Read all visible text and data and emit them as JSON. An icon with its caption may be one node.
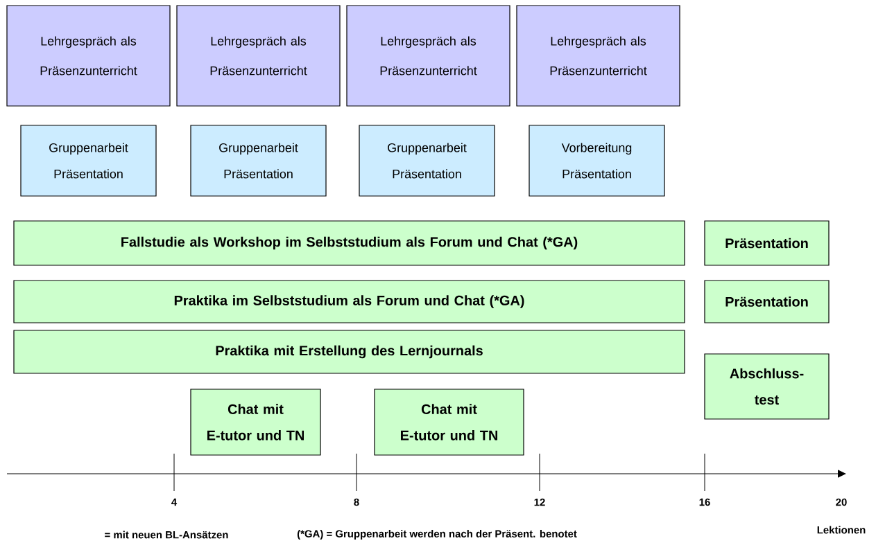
{
  "diagram": {
    "nodes": [
      {
        "text": [
          "Lehrgespräch als Präsenzunterricht"
        ]
      },
      {
        "text": [
          "Lehrgespräch als Präsenzunterricht"
        ]
      },
      {
        "text": [
          "Lehrgespräch als Präsenzunterricht"
        ]
      },
      {
        "text": [
          "Lehrgespräch als Präsenzunterricht"
        ]
      },
      {
        "text": [
          "Gruppenarbeit Präsentation"
        ]
      },
      {
        "text": [
          "Gruppenarbeit Präsentation"
        ]
      },
      {
        "text": [
          "Gruppenarbeit Präsentation"
        ]
      },
      {
        "text": [
          "Vorbereitung Präsentation"
        ]
      },
      {
        "text": [
          "Fallstudie als Workshop im Selbststudium als Forum und Chat (*GA)"
        ]
      },
      {
        "text": [
          "Präsentation"
        ]
      },
      {
        "text": [
          "Praktika im Selbststudium als Forum und Chat (*GA)"
        ]
      },
      {
        "text": [
          "Präsentation"
        ]
      },
      {
        "text": [
          "Praktika mit Erstellung des Lernjournals"
        ]
      },
      {
        "text": [
          "Abschluss-test"
        ]
      },
      {
        "text": [
          "Chat mit E-tutor und TN"
        ]
      },
      {
        "text": [
          "Chat mit E-tutor und TN"
        ]
      }
    ],
    "labels": [
      "4",
      "8",
      "12",
      "16",
      "20",
      "Lektionen",
      "= mit neuen BL-Ansätzen",
      "(*GA) = Gruppenarbeit werden nach der Präsent. benotet"
    ]
  }
}
